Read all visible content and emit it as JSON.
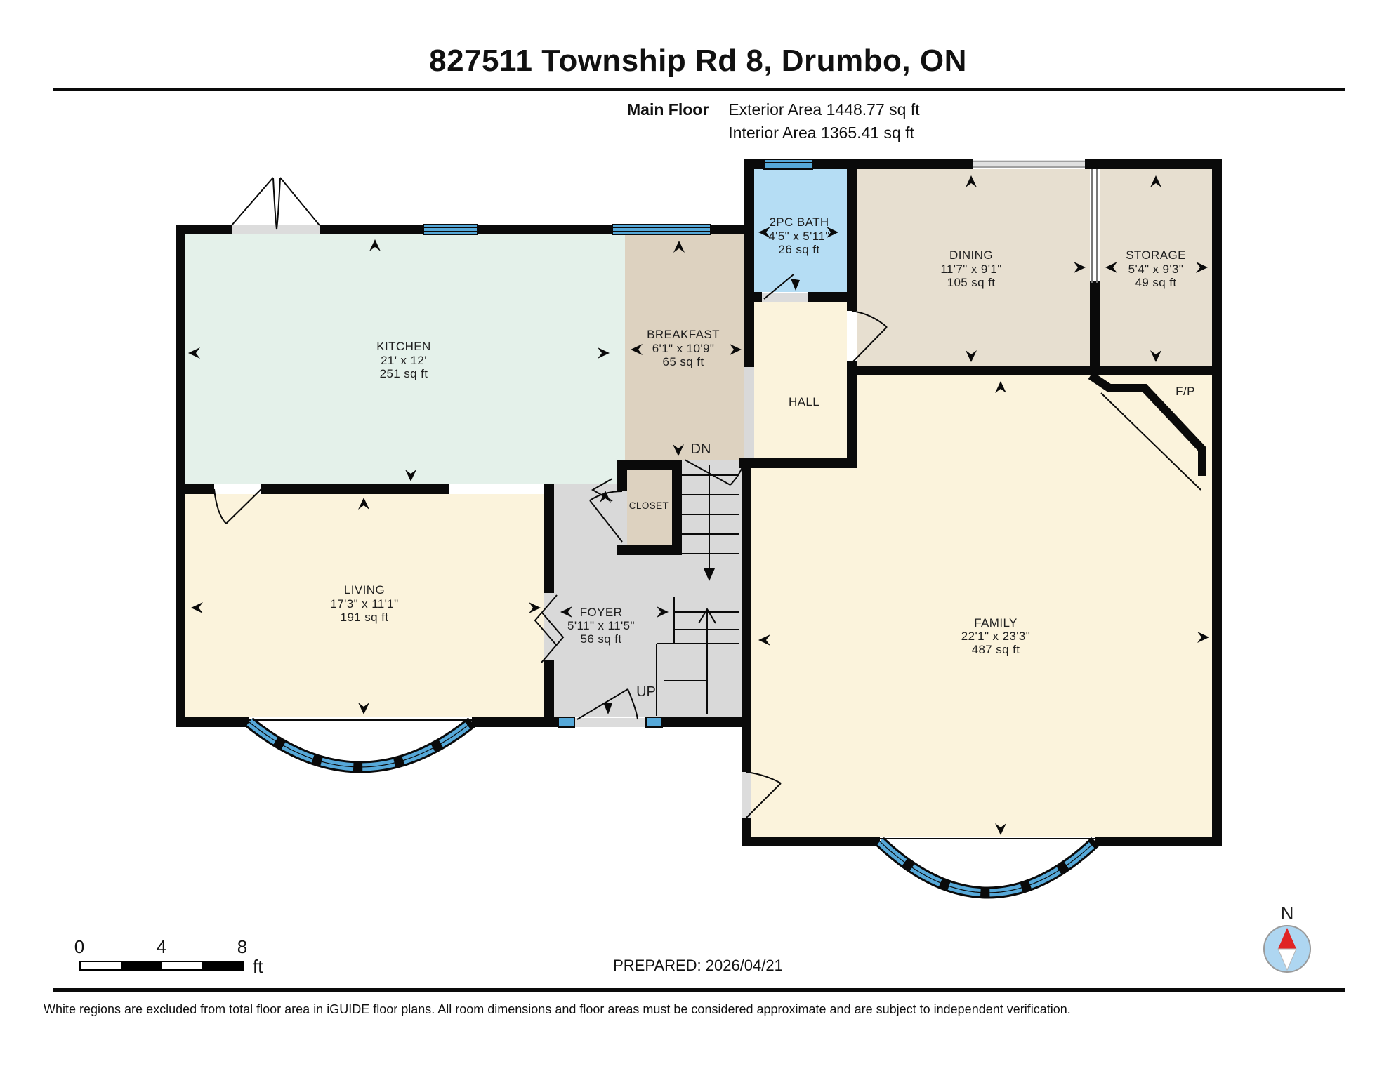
{
  "header": {
    "title": "827511 Township Rd 8, Drumbo, ON",
    "floor_label": "Main Floor",
    "exterior_area": "Exterior Area 1448.77 sq ft",
    "interior_area": "Interior Area 1365.41 sq ft"
  },
  "rooms": {
    "kitchen": {
      "name": "KITCHEN",
      "dims": "21' x 12'",
      "area": "251 sq ft"
    },
    "breakfast": {
      "name": "BREAKFAST",
      "dims": "6'1\" x 10'9\"",
      "area": "65 sq ft"
    },
    "bath": {
      "name": "2PC BATH",
      "dims": "4'5\" x 5'11\"",
      "area": "26 sq ft"
    },
    "dining": {
      "name": "DINING",
      "dims": "11'7\" x 9'1\"",
      "area": "105 sq ft"
    },
    "storage": {
      "name": "STORAGE",
      "dims": "5'4\" x 9'3\"",
      "area": "49 sq ft"
    },
    "living": {
      "name": "LIVING",
      "dims": "17'3\" x 11'1\"",
      "area": "191 sq ft"
    },
    "foyer": {
      "name": "FOYER",
      "dims": "5'11\" x 11'5\"",
      "area": "56 sq ft"
    },
    "family": {
      "name": "FAMILY",
      "dims": "22'1\" x 23'3\"",
      "area": "487 sq ft"
    },
    "hall": {
      "name": "HALL"
    },
    "closet": {
      "name": "CLOSET"
    },
    "fireplace": {
      "label": "F/P"
    }
  },
  "stairs": {
    "down_label": "DN",
    "up_label": "UP"
  },
  "scale_bar": {
    "tick_0": "0",
    "tick_4": "4",
    "tick_8": "8",
    "unit": "ft"
  },
  "compass": {
    "north_label": "N"
  },
  "footer": {
    "prepared": "PREPARED: 2026/04/21",
    "disclaimer": "White regions are excluded from total floor area in iGUIDE floor plans. All room dimensions and floor areas must be considered approximate and are subject to independent verification."
  },
  "colors": {
    "kitchen_fill": "#e4f1ea",
    "tan_fill": "#ddd2c0",
    "dining_fill": "#e7dfd0",
    "cream_fill": "#fbf3dc",
    "grey_fill": "#d9d9d9",
    "bath_fill": "#b5ddf4",
    "window_blue": "#56a8d8",
    "wall_black": "#0a0a0a",
    "compass_blue": "#aed6f1",
    "compass_red": "#e02424"
  }
}
